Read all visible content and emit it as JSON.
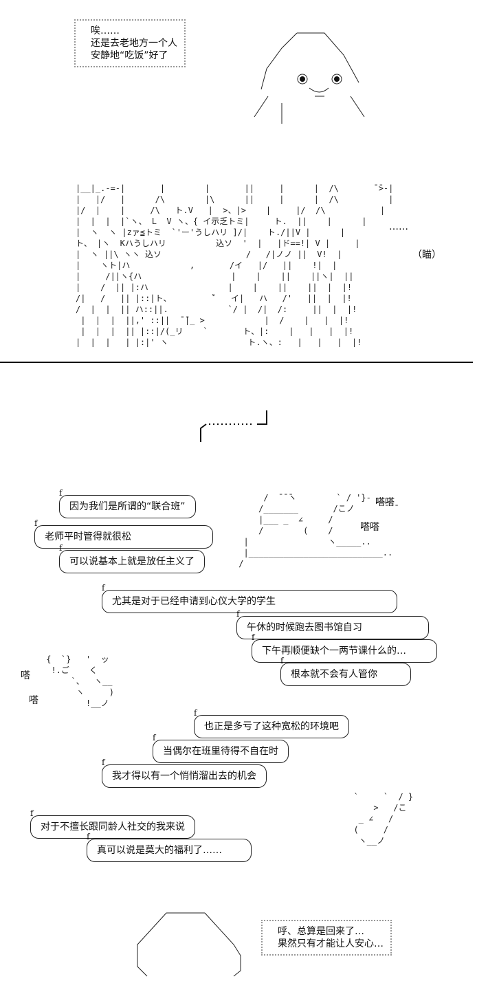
{
  "top_box": {
    "lines": [
      "唉……",
      "还是去老地方一个人",
      "安静地“吃饭”好了"
    ]
  },
  "mid_sound": {
    "dots": "……",
    "stare": "（瞄）"
  },
  "sfx": {
    "tap1": "嗒嗒",
    "tap2": "嗒嗒",
    "tap3": "嗒",
    "tap4": "嗒"
  },
  "bubbles": [
    "因为我们是所谓的“联合班”",
    "老师平时管得就很松",
    "可以说基本上就是放任主义了",
    "尤其是对于已经申请到心仪大学的学生",
    "午休的时候跑去图书馆自习",
    "下午再顺便缺个一两节课什么的…",
    "根本就不会有人管你",
    "也正是多亏了这种宽松的环境吧",
    "当偶尔在班里待得不自在时",
    "我才得以有一个悄悄溜出去的机会",
    "对于不擅长跟同龄人社交的我来说",
    "真可以说是莫大的福利了……"
  ],
  "bottom_box": {
    "lines": [
      "呼、总算是回来了…",
      "果然只有才能让人安心…"
    ]
  },
  "colors": {
    "ink": "#111111",
    "dotted": "#999999",
    "background": "#ffffff"
  }
}
